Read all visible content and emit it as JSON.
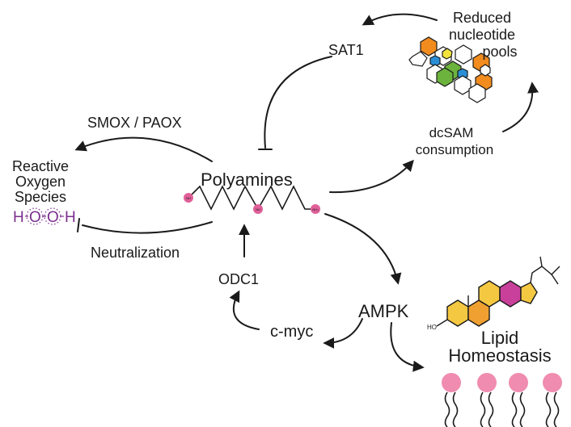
{
  "nodes": {
    "polyamines": "Polyamines",
    "sat1": "SAT1",
    "reduced_pools": [
      "Reduced",
      "nucleotide",
      "pools"
    ],
    "dcsam": [
      "dcSAM",
      "consumption"
    ],
    "smox_paox": "SMOX / PAOX",
    "ros": [
      "Reactive",
      "Oxygen",
      "Species"
    ],
    "neutralization": "Neutralization",
    "odc1": "ODC1",
    "cmyc": "c-myc",
    "ampk": "AMPK",
    "lipid": [
      "Lipid",
      "Homeostasis"
    ]
  },
  "molecules": {
    "amine_left": "NH",
    "amine_mid": "NH",
    "amine_right": "NH₂",
    "peroxide_h_left": "H",
    "peroxide_o_left": "O",
    "peroxide_o_right": "O",
    "peroxide_h_right": "H",
    "steroid_ho": "HO"
  },
  "colors": {
    "arrow": "#1a1a1a",
    "amine_node": "#e0609a",
    "peroxide": "#7b2f8e",
    "nucleotide_orange": "#f28c1e",
    "nucleotide_yellow": "#f2e43c",
    "nucleotide_blue": "#2b8fd6",
    "nucleotide_green": "#6cb33e",
    "steroid_yellow": "#f5c842",
    "steroid_orange": "#f0a030",
    "steroid_magenta": "#c8409a",
    "lipid_head": "#f08cb0"
  }
}
